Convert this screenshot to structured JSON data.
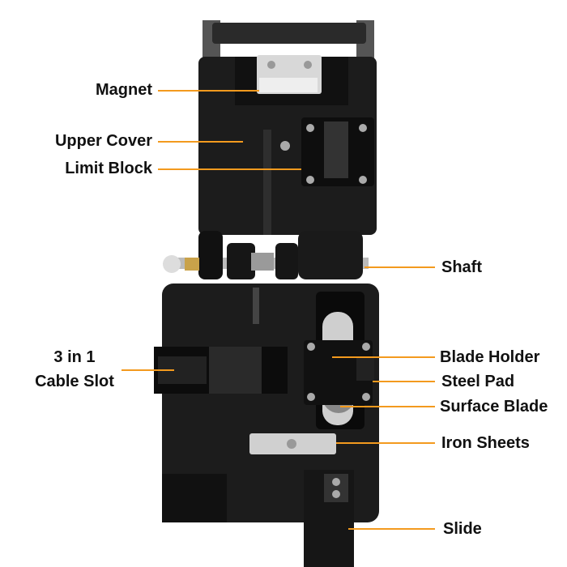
{
  "labels": {
    "magnet": "Magnet",
    "upper_cover": "Upper Cover",
    "limit_block": "Limit Block",
    "shaft": "Shaft",
    "cable_slot_line1": "3 in 1",
    "cable_slot_line2": "Cable Slot",
    "blade_holder": "Blade Holder",
    "steel_pad": "Steel Pad",
    "surface_blade": "Surface Blade",
    "iron_sheets": "Iron Sheets",
    "slide": "Slide"
  },
  "colors": {
    "leader": "#f39a1e",
    "body": "#1a1a1a",
    "metal": "#c8c8c8"
  }
}
